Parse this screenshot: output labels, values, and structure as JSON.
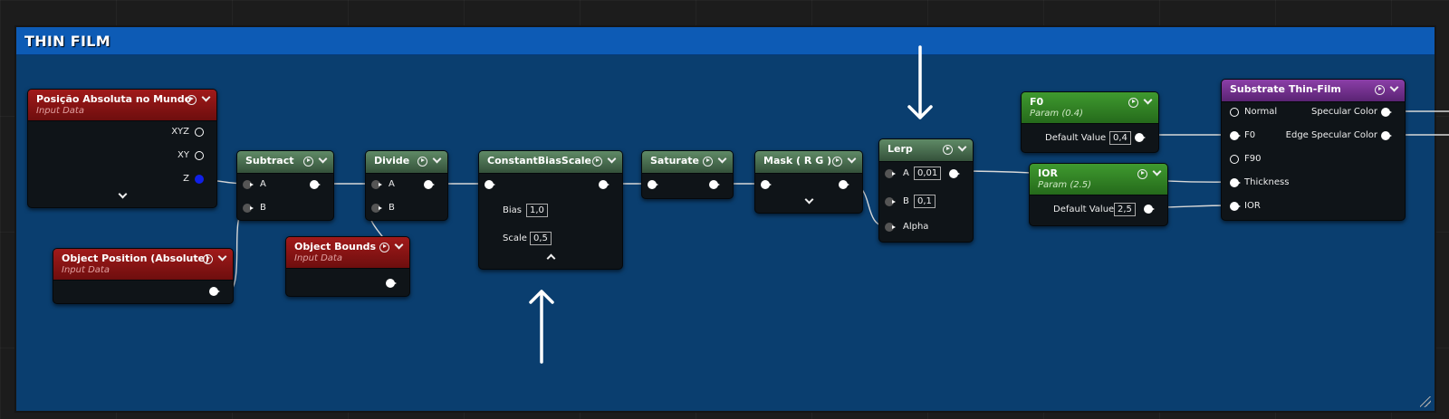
{
  "comment": {
    "title": "THIN FILM"
  },
  "nodes": {
    "world_pos": {
      "title": "Posição Absoluta no Mundo",
      "subtitle": "Input Data",
      "outputs": [
        "XYZ",
        "XY",
        "Z"
      ]
    },
    "obj_pos": {
      "title": "Object Position  (Absolute)",
      "subtitle": "Input Data"
    },
    "subtract": {
      "title": "Subtract",
      "inputs": [
        "A",
        "B"
      ]
    },
    "obj_bounds": {
      "title": "Object Bounds",
      "subtitle": "Input Data"
    },
    "divide": {
      "title": "Divide",
      "inputs": [
        "A",
        "B"
      ]
    },
    "cbs": {
      "title": "ConstantBiasScale",
      "bias_label": "Bias",
      "bias_value": "1,0",
      "scale_label": "Scale",
      "scale_value": "0,5"
    },
    "saturate": {
      "title": "Saturate"
    },
    "mask": {
      "title": "Mask ( R G )"
    },
    "lerp": {
      "title": "Lerp",
      "a_label": "A",
      "a_value": "0,01",
      "b_label": "B",
      "b_value": "0,1",
      "alpha_label": "Alpha"
    },
    "f0": {
      "title": "F0",
      "subtitle": "Param (0.4)",
      "default_label": "Default Value",
      "default_value": "0,4"
    },
    "ior": {
      "title": "IOR",
      "subtitle": "Param (2.5)",
      "default_label": "Default Value",
      "default_value": "2,5"
    },
    "substrate": {
      "title": "Substrate Thin-Film",
      "inputs": [
        "Normal",
        "F0",
        "F90",
        "Thickness",
        "IOR"
      ],
      "outputs": [
        "Specular Color",
        "Edge Specular Color"
      ]
    }
  },
  "colors": {
    "header_red": "#a11a1a",
    "header_green": "#5f8a66",
    "header_lime": "#3f9a2f",
    "header_purple": "#8b3fa8",
    "comment_bg": "#0a3e6f",
    "comment_header": "#0d5bb5"
  }
}
